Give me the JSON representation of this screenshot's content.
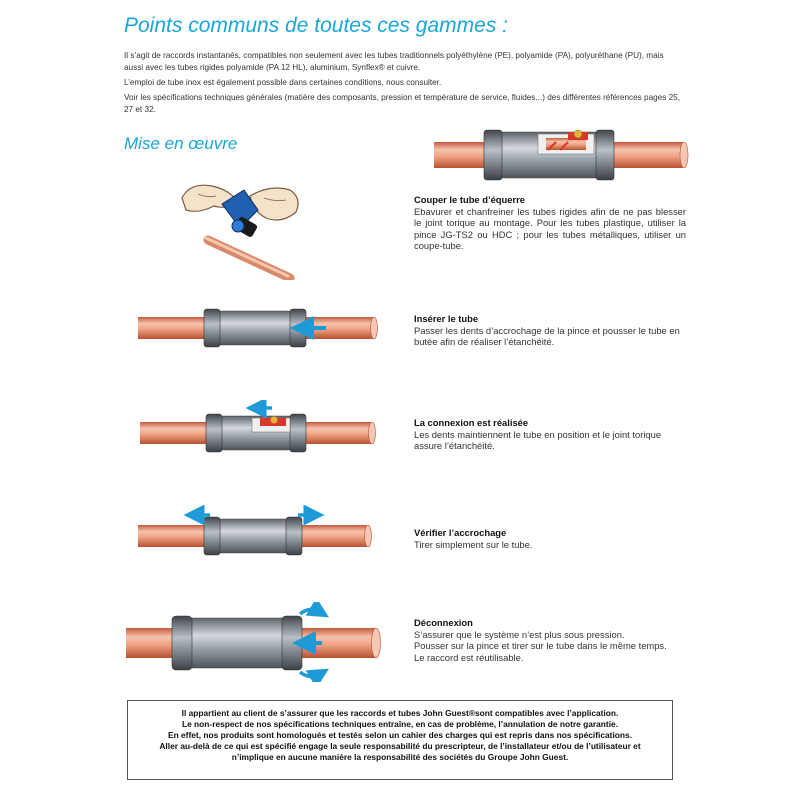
{
  "title": "Points communs de toutes ces gammes :",
  "intro": [
    "Il s’agit de raccords instantanés, compatibles non seulement avec les tubes traditionnels polyéthylène (PE), polyamide (PA), polyuréthane (PU), mais aussi avec les tubes rigides polyamide (PA 12 HL), aluminium, Synflex® et cuivre.",
    "L’emploi de tube inox est également possible dans certaines conditions, nous consulter.",
    "Voir les spécifications techniques générales (matière des composants, pression et température de service, fluides...) des différentes références pages 25, 27 et 32."
  ],
  "subtitle": "Mise en œuvre",
  "steps": [
    {
      "title": "Couper le tube d’équerre",
      "lines": [
        "Ebavurer et chanfreiner les tubes rigides afin de ne pas blesser le joint torique au montage. Pour les tubes plastique, utiliser la pince JG-TS2 ou HDC ; pour les tubes métalliques, utiliser un coupe-tube."
      ]
    },
    {
      "title": "Insérer le tube",
      "lines": [
        "Passer les dents d’accrochage de la pince et pousser le tube en butée afin de réaliser l’étanchéité."
      ]
    },
    {
      "title": "La connexion est réalisée",
      "lines": [
        "Les dents maintiennent le tube en position et le joint torique assure l’étanchéité."
      ]
    },
    {
      "title": "Vérifier l’accrochage",
      "lines": [
        "Tirer simplement sur le tube."
      ]
    },
    {
      "title": "Déconnexion",
      "lines": [
        "S’assurer que le système n’est plus sous pression.",
        "Pousser sur la pince et tirer sur le tube dans le même temps.",
        "Le raccord est réutilisable."
      ]
    }
  ],
  "notice": [
    "Il appartient au client de s’assurer que les raccords et tubes John Guest®sont compatibles avec l’application.",
    "Le non-respect de nos spécifications techniques entraîne, en cas de problème, l’annulation de notre garantie.",
    "En effet, nos produits sont homologués et testés selon un cahier des charges qui est repris dans nos spécifications.",
    "Aller au-delà de ce qui est spécifié engage la seule responsabilité du prescripteur, de l’installateur et/ou de l’utilisateur et",
    "n’implique en aucune manière la responsabilité des sociétés du Groupe John Guest."
  ],
  "colors": {
    "accent": "#1aa6d8",
    "copper": "#e8896a",
    "fitting": "#9aa3ab",
    "arrow": "#1e9bd7",
    "red": "#d8372a",
    "cutter": "#2060b0"
  },
  "icons": [
    "pipe-cutter-hands-illustration",
    "fitting-cutaway-illustration",
    "insert-arrow-icon",
    "connect-arrow-icon",
    "pull-arrow-icon",
    "disconnect-arrow-icon"
  ]
}
